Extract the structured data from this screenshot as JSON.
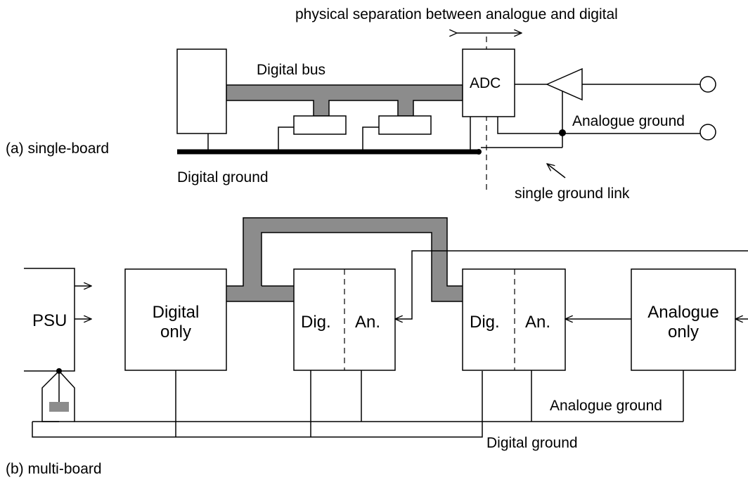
{
  "header": {
    "separation_label": "physical separation between analogue and digital"
  },
  "single_board": {
    "caption": "(a) single-board",
    "digital_bus_label": "Digital bus",
    "adc_label": "ADC",
    "analogue_ground_label": "Analogue ground",
    "digital_ground_label": "Digital ground",
    "ground_link_label": "single ground link"
  },
  "multi_board": {
    "caption": "(b) multi-board",
    "psu_label": "PSU",
    "digital_only_line1": "Digital",
    "digital_only_line2": "only",
    "board1_dig": "Dig.",
    "board1_an": "An.",
    "board2_dig": "Dig.",
    "board2_an": "An.",
    "analogue_only_line1": "Analogue",
    "analogue_only_line2": "only",
    "analogue_ground_label": "Analogue ground",
    "digital_ground_label": "Digital ground"
  },
  "colors": {
    "bus": "#8c8c8c",
    "ground_rail": "#000000",
    "background": "#ffffff"
  }
}
